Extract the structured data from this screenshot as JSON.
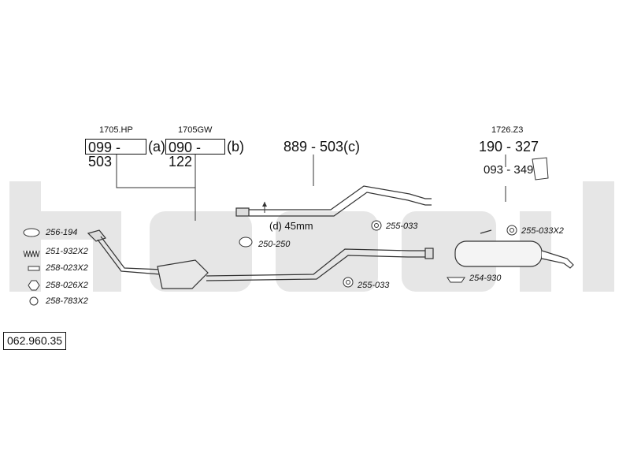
{
  "ref_number": "062.960.35",
  "upper_parts": {
    "part_a": {
      "code": "1705.HP",
      "number": "099 - 503",
      "suffix": "(a)"
    },
    "part_b": {
      "code": "1705GW",
      "number": "090 - 122",
      "suffix": "(b)"
    },
    "part_c": {
      "number": "889 - 503(c)"
    },
    "rear_code": "1726.Z3",
    "rear_number": "190 - 327",
    "bracket_number": "093 - 349"
  },
  "diameter_note": "(d) 45mm",
  "legend": [
    {
      "label": "256-194",
      "icon": "gasket-ring-icon"
    },
    {
      "label": "251-932X2",
      "icon": "spring-icon"
    },
    {
      "label": "258-023X2",
      "icon": "bolt-icon"
    },
    {
      "label": "258-026X2",
      "icon": "hex-nut-icon"
    },
    {
      "label": "258-783X2",
      "icon": "washer-icon"
    }
  ],
  "hardware_labels": {
    "clamp_mid": "250-250",
    "hanger_upper": "255-033",
    "hanger_lower": "255-033",
    "hanger_rear": "255-033X2",
    "rear_gasket": "254-930"
  },
  "colors": {
    "watermark": "#e4e4e4",
    "line": "#333333"
  }
}
